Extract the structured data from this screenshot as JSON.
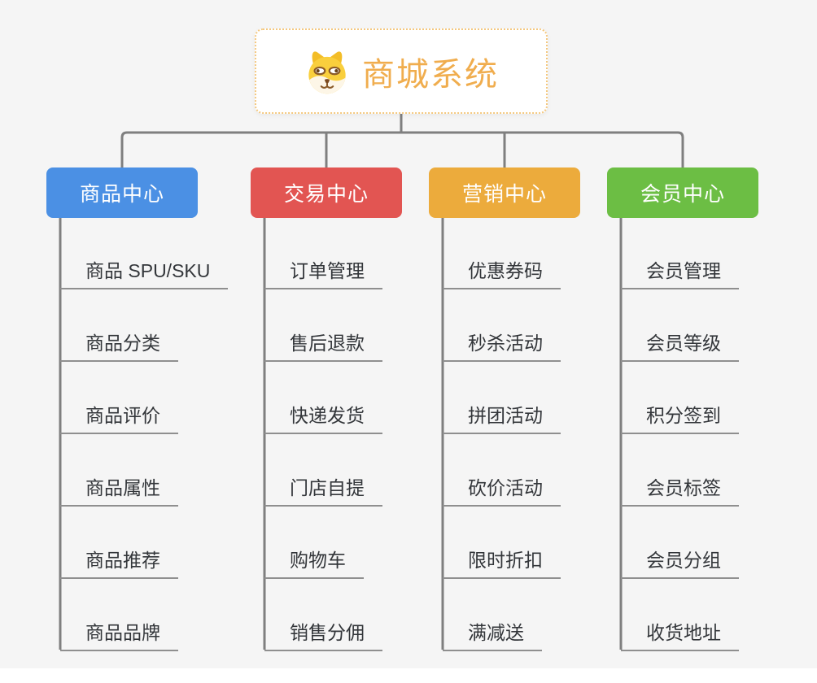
{
  "root": {
    "title": "商城系统",
    "icon": "doge-face-icon",
    "text_color": "#f0ad4e",
    "border_color": "#f4c87f",
    "background": "#ffffff"
  },
  "branches": [
    {
      "name": "product-center",
      "label": "商品中心",
      "color": "#4b90e4",
      "children": [
        "商品 SPU/SKU",
        "商品分类",
        "商品评价",
        "商品属性",
        "商品推荐",
        "商品品牌"
      ]
    },
    {
      "name": "trade-center",
      "label": "交易中心",
      "color": "#e25552",
      "children": [
        "订单管理",
        "售后退款",
        "快递发货",
        "门店自提",
        "购物车",
        "销售分佣"
      ]
    },
    {
      "name": "marketing-center",
      "label": "营销中心",
      "color": "#ecab3c",
      "children": [
        "优惠券码",
        "秒杀活动",
        "拼团活动",
        "砍价活动",
        "限时折扣",
        "满减送"
      ]
    },
    {
      "name": "member-center",
      "label": "会员中心",
      "color": "#6cbe44",
      "children": [
        "会员管理",
        "会员等级",
        "积分签到",
        "会员标签",
        "会员分组",
        "收货地址"
      ]
    }
  ],
  "colors": {
    "background": "#f5f5f5",
    "connector": "#7f7f7f",
    "leaf_underline": "#8f8f8f",
    "leaf_text": "#33363a"
  }
}
